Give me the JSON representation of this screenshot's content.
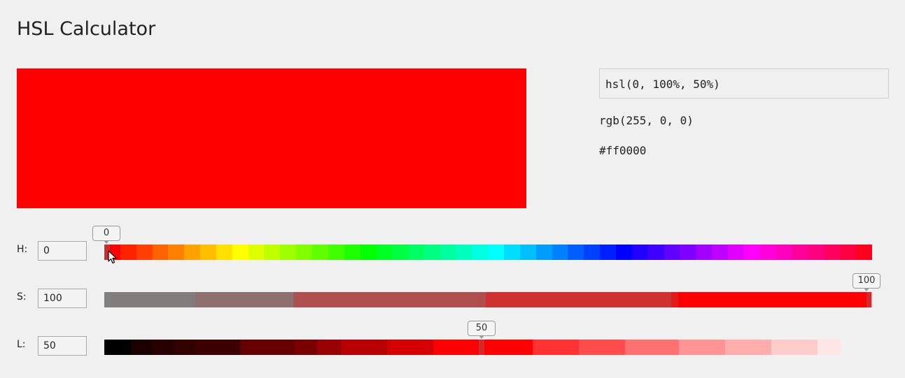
{
  "page": {
    "title": "HSL Calculator"
  },
  "color": {
    "swatch": "#ff0000"
  },
  "outputs": {
    "hsl": "hsl(0, 100%, 50%)",
    "rgb": "rgb(255, 0, 0)",
    "hex": "#ff0000"
  },
  "sliders": {
    "hue": {
      "label": "H:",
      "value": "0",
      "tooltip": "0",
      "min": 0,
      "max": 360
    },
    "saturation": {
      "label": "S:",
      "value": "100",
      "tooltip": "100",
      "min": 0,
      "max": 100
    },
    "lightness": {
      "label": "L:",
      "value": "50",
      "tooltip": "50",
      "min": 0,
      "max": 100
    }
  }
}
